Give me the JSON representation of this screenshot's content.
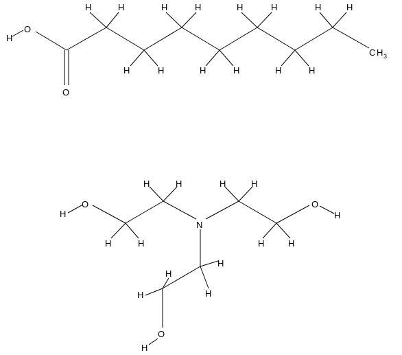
{
  "colors": {
    "bond": "#000000",
    "label": "#000000",
    "background": "#ffffff"
  },
  "labels": {
    "H": "H",
    "O": "O",
    "N": "N",
    "C": "C",
    "sub3": "3"
  }
}
